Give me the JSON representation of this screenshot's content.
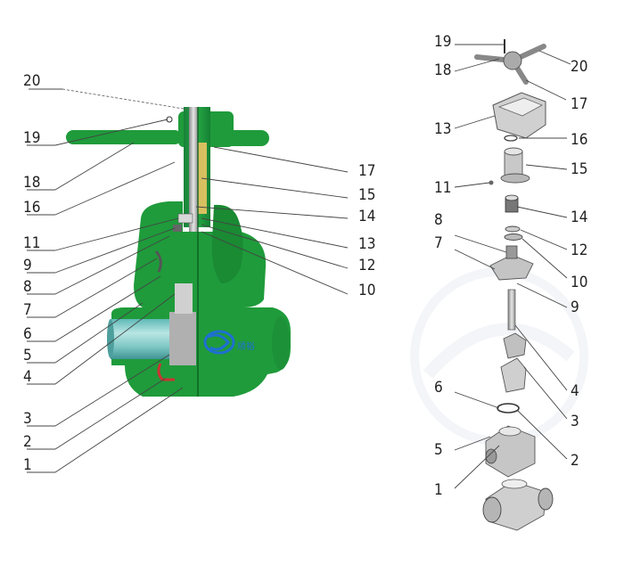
{
  "diagram": {
    "watermark_logo": "SY logo",
    "logo_text": "顺裕",
    "left_section_labels": [
      "20",
      "19",
      "18",
      "16",
      "11",
      "9",
      "8",
      "7",
      "6",
      "5",
      "4",
      "3",
      "2",
      "1",
      "17",
      "15",
      "14",
      "13",
      "12",
      "10"
    ],
    "exploded_labels": [
      "19",
      "18",
      "20",
      "17",
      "13",
      "16",
      "15",
      "11",
      "14",
      "8",
      "12",
      "7",
      "10",
      "9",
      "4",
      "3",
      "6",
      "5",
      "2",
      "1"
    ]
  },
  "colors": {
    "valve_green": "#1f9b3b",
    "dark_green": "#157a2c",
    "gray_part": "#a9a9a9",
    "light_gray": "#d5d5d5",
    "pipe_teal": "#8fd0cf",
    "logo_blue": "#1f6fd0"
  }
}
